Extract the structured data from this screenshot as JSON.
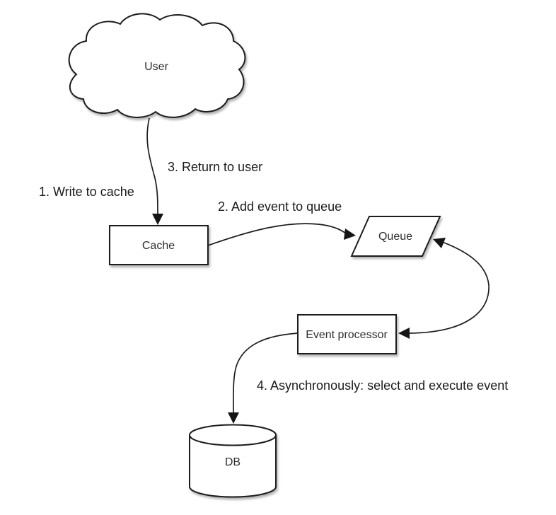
{
  "diagram": {
    "nodes": {
      "user": {
        "label": "User",
        "shape": "cloud"
      },
      "cache": {
        "label": "Cache",
        "shape": "rectangle"
      },
      "queue": {
        "label": "Queue",
        "shape": "parallelogram"
      },
      "event_processor": {
        "label": "Event processor",
        "shape": "rectangle"
      },
      "db": {
        "label": "DB",
        "shape": "cylinder"
      }
    },
    "edge_labels": {
      "step1": "1. Write to cache",
      "step2": "2. Add event to queue",
      "step3": "3. Return to user",
      "step4": "4. Asynchronously: select and execute event"
    },
    "colors": {
      "stroke": "#1c1c1c",
      "shape_fill": "#ffffff",
      "edge_label_text": "#1b1b1b",
      "node_label_text": "#2e2e33",
      "background": "#ffffff"
    }
  }
}
